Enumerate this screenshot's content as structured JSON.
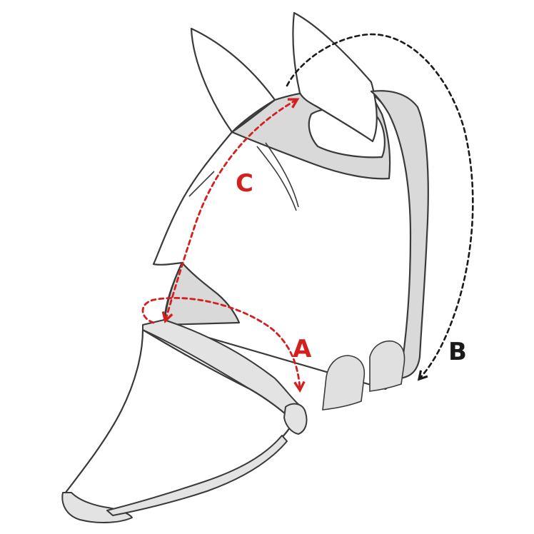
{
  "diagram": {
    "labels": {
      "a": "A",
      "b": "B",
      "c": "C"
    },
    "colors": {
      "measure_red": "#d41f1f",
      "measure_black": "#1a1a1a",
      "panel_grey": "#d9d9d9",
      "outline": "#3a3a3a"
    }
  }
}
